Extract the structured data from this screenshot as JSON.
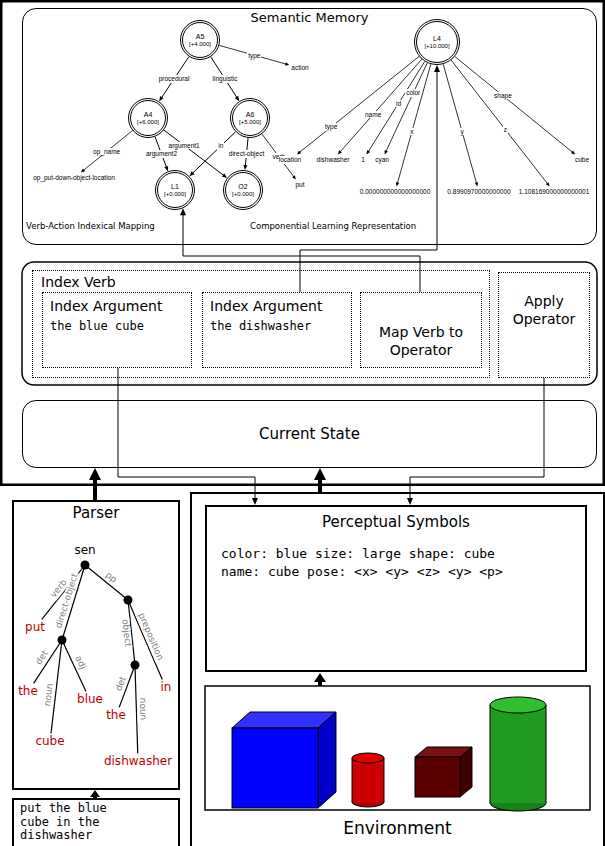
{
  "diagram": {
    "nodes": [
      {
        "text": [
          "Semantic Memory"
        ]
      },
      {
        "text": [
          "A5",
          "[+4.000]"
        ],
        "in": 0
      },
      {
        "text": [
          "A4",
          "[+6.000]"
        ],
        "in": 0
      },
      {
        "text": [
          "A6",
          "[+5.000]"
        ],
        "in": 0
      },
      {
        "text": [
          "L1",
          "[+0.000]"
        ],
        "in": 0
      },
      {
        "text": [
          "O2",
          "[+0.000]"
        ],
        "in": 0
      },
      {
        "text": [
          "L4",
          "[+10.000]"
        ],
        "in": 0
      },
      {
        "text": [
          "Index Verb"
        ]
      },
      {
        "text": [
          "Index Argument",
          "the blue cube"
        ],
        "in": 7
      },
      {
        "text": [
          "Index Argument",
          "the dishwasher"
        ],
        "in": 7
      },
      {
        "text": [
          "Map Verb to Operator"
        ],
        "in": 7
      },
      {
        "text": [
          "Apply Operator"
        ]
      },
      {
        "text": [
          "Current State"
        ]
      },
      {
        "text": [
          "Parser"
        ]
      },
      {
        "text": [
          "put the blue cube in the dishwasher"
        ]
      },
      {
        "text": [
          "Environment"
        ]
      },
      {
        "text": [
          "Perceptual Symbols",
          "color: blue size: large shape: cube name: cube pose: <x> <y> <z> <y> <p>"
        ],
        "in": 15
      }
    ],
    "edges": [
      {
        "from": 1,
        "to": 2,
        "label": "procedural",
        "arrow": "to"
      },
      {
        "from": 1,
        "to": 3,
        "label": "linguistic",
        "arrow": "to"
      },
      {
        "from": 2,
        "to": 4,
        "label": "argument2",
        "arrow": "to"
      },
      {
        "from": 2,
        "to": 5,
        "label": "argument1",
        "arrow": "to"
      },
      {
        "from": 3,
        "to": 4,
        "label": "in",
        "arrow": "to"
      },
      {
        "from": 3,
        "to": 5,
        "label": "direct-object",
        "arrow": "to"
      },
      {
        "from": 10,
        "to": 4,
        "arrow": "to"
      },
      {
        "from": 9,
        "to": 6,
        "arrow": "to"
      },
      {
        "from": 8,
        "to": 16,
        "arrow": "to"
      },
      {
        "from": 11,
        "to": 16,
        "arrow": "to"
      },
      {
        "from": 13,
        "to": 12,
        "arrow": "to"
      },
      {
        "from": 15,
        "to": 12,
        "arrow": "to"
      },
      {
        "from": 14,
        "to": 13,
        "arrow": "to"
      }
    ],
    "labels": [
      "type",
      "action",
      "op_name",
      "op_put-down-object-location",
      "verb",
      "put",
      "Verb-Action Indexical Mapping",
      "type",
      "location",
      "name",
      "dishwasher",
      "id",
      "1",
      "color",
      "cyan",
      "x",
      "0.000000000000000000",
      "y",
      "0.8990970000000000",
      "z",
      "1.108169000000000001",
      "shape",
      "cube",
      "Componential Learning Representation",
      "sen",
      "verb",
      "put",
      "direct-object",
      "pp",
      "det",
      "the",
      "adj",
      "blue",
      "noun",
      "cube",
      "preposition",
      "in",
      "object",
      "det",
      "the",
      "noun",
      "dishwasher"
    ]
  }
}
